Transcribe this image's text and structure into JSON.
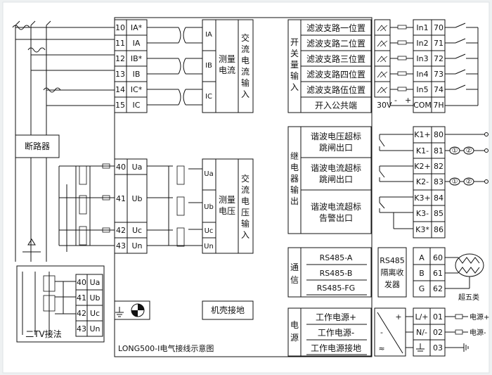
{
  "ct_terminals": [
    {
      "num": "10",
      "label": "IA*"
    },
    {
      "num": "11",
      "label": "IA"
    },
    {
      "num": "12",
      "label": "IB*"
    },
    {
      "num": "13",
      "label": "IB"
    },
    {
      "num": "14",
      "label": "IC*"
    },
    {
      "num": "15",
      "label": "IC"
    }
  ],
  "current_block": {
    "phases": [
      "IA",
      "IB",
      "IC"
    ],
    "measure_label": [
      "测量",
      "电流"
    ],
    "input_label": [
      "交",
      "流",
      "电",
      "流",
      "输",
      "入"
    ]
  },
  "breaker_label": "断路器",
  "vt_terminals": [
    {
      "num": "40",
      "label": "Ua"
    },
    {
      "num": "41",
      "label": "Ub"
    },
    {
      "num": "42",
      "label": "Uc"
    },
    {
      "num": "43",
      "label": "Un"
    }
  ],
  "voltage_block": {
    "phases": [
      "Ua",
      "Ub",
      "Uc",
      "Un"
    ],
    "measure_label": [
      "测量",
      "电压"
    ],
    "input_label": [
      "交",
      "流",
      "电",
      "压",
      "输",
      "入"
    ]
  },
  "two_tv": {
    "title": "二TV接法",
    "terminals": [
      {
        "num": "40",
        "label": "Ua"
      },
      {
        "num": "41",
        "label": "Ub"
      },
      {
        "num": "42",
        "label": "Uc"
      },
      {
        "num": "43",
        "label": "Un"
      }
    ]
  },
  "switch_inputs": {
    "side_label": [
      "开",
      "关",
      "量",
      "输",
      "入"
    ],
    "items": [
      {
        "text": "滤波支路一位置",
        "port": "In1",
        "num": "70"
      },
      {
        "text": "滤波支路二位置",
        "port": "In2",
        "num": "71"
      },
      {
        "text": "滤波支路三位置",
        "port": "In3",
        "num": "72"
      },
      {
        "text": "滤波支路四位置",
        "port": "In4",
        "num": "73"
      },
      {
        "text": "滤波支路伍位置",
        "port": "In5",
        "num": "74"
      }
    ],
    "common_text": "开入公共端",
    "common_port": "COM",
    "common_num": "7H",
    "supply_label": "30V",
    "supply_minus": "-",
    "supply_plus": "+"
  },
  "relay_outputs": {
    "side_label": [
      "继",
      "电",
      "器",
      "输",
      "出"
    ],
    "groups": [
      {
        "lines": [
          "谐波电压超标",
          "跳闸出口"
        ]
      },
      {
        "lines": [
          "谐波电流超标",
          "跳闸出口"
        ]
      },
      {
        "lines": [
          "谐波电流超标",
          "告警出口"
        ]
      }
    ],
    "terminals": [
      {
        "port": "K1+",
        "num": "80"
      },
      {
        "port": "K1-",
        "num": "81"
      },
      {
        "port": "K2+",
        "num": "82"
      },
      {
        "port": "K2-",
        "num": "83"
      },
      {
        "port": "K3+",
        "num": "84"
      },
      {
        "port": "K3-",
        "num": "85"
      },
      {
        "port": "K3*",
        "num": "86"
      }
    ],
    "markers": [
      "①",
      "②"
    ]
  },
  "comm": {
    "side_label": [
      "通",
      "信"
    ],
    "lines": [
      "RS485-A",
      "RS485-B",
      "RS485-FG"
    ],
    "transceiver": [
      "RS485",
      "隔离收",
      "发器"
    ],
    "ports": [
      {
        "port": "A",
        "num": "60"
      },
      {
        "port": "B",
        "num": "61"
      },
      {
        "port": "G",
        "num": "62"
      }
    ],
    "cable_label": "超五类"
  },
  "power": {
    "side_label": [
      "电",
      "源"
    ],
    "lines": [
      "工作电源+",
      "工作电源-",
      "工作电源接地"
    ],
    "ports": [
      {
        "port": "L/+",
        "num": "01"
      },
      {
        "port": "N/-",
        "num": "02"
      },
      {
        "port": "",
        "num": "03"
      }
    ],
    "plus_sign": "+",
    "minus_sign": "-",
    "ac_sign": "≈",
    "right_labels": [
      "电源+",
      "电源-"
    ]
  },
  "chassis_ground": "机壳接地",
  "caption": "LONG500-I电气接线示意图"
}
